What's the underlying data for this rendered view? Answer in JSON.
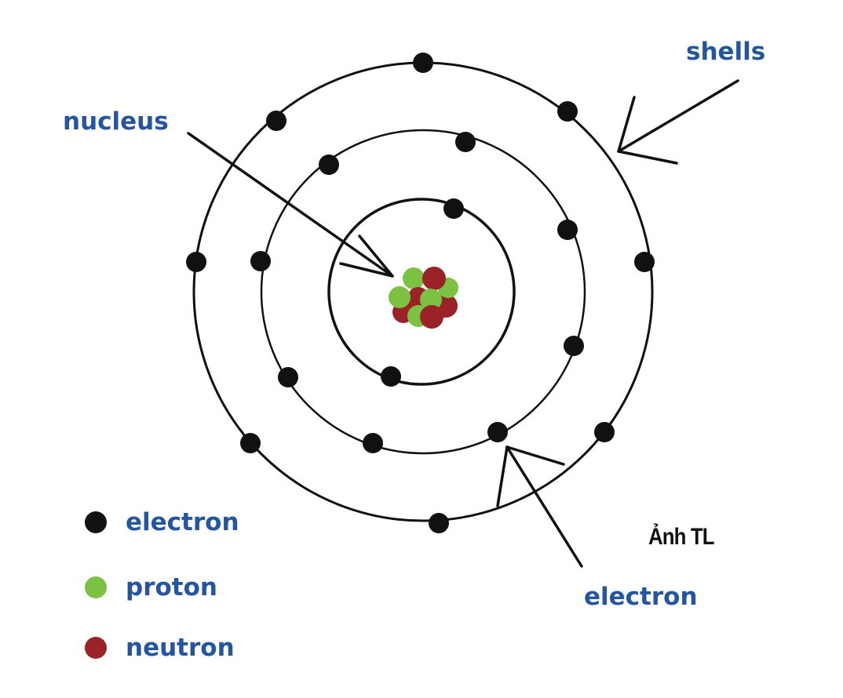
{
  "labels": {
    "nucleus": "nucleus",
    "shells": "shells",
    "electron": "electron"
  },
  "legend": [
    {
      "label": "electron",
      "color": "#111111"
    },
    {
      "label": "proton",
      "color": "#7cc242"
    },
    {
      "label": "neutron",
      "color": "#9b2226"
    }
  ],
  "credit": "Ảnh TL",
  "colors": {
    "label_text": "#2455a0",
    "electron": "#111111",
    "proton": "#7cc242",
    "neutron": "#9b2226",
    "lines": "#111111"
  }
}
